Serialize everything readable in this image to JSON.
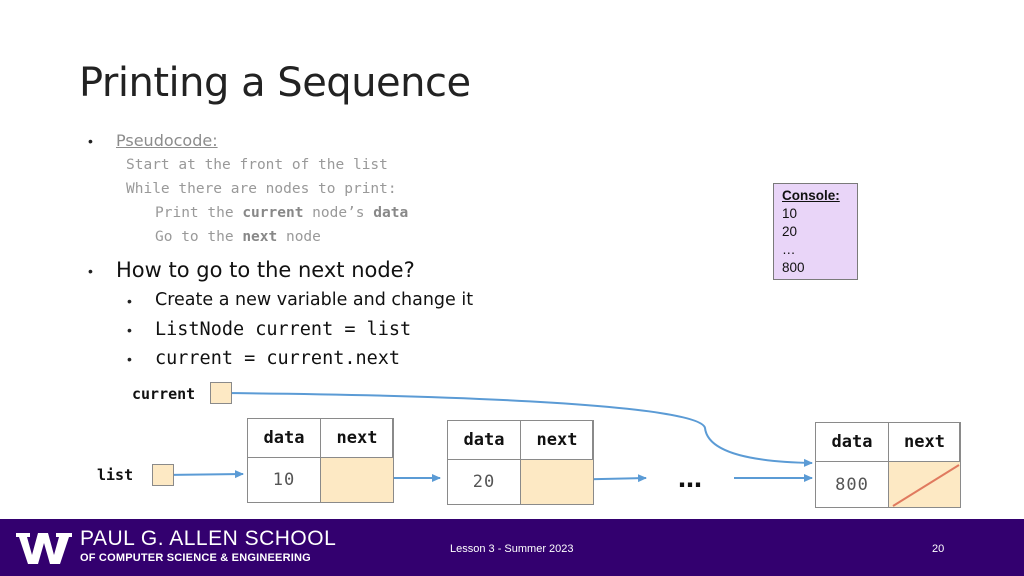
{
  "slide": {
    "title": "Printing a Sequence",
    "pseudocode": {
      "heading": "Pseudocode:",
      "line1": "Start at the front of the list",
      "line2": "While there are nodes to print:",
      "line3": {
        "pre": "Print the ",
        "b1": "current",
        "mid": " node’s ",
        "b2": "data"
      },
      "line4": {
        "pre": "Go to the ",
        "b1": "next",
        "post": " node"
      }
    },
    "question": "How to go to the next node?",
    "subbullets": [
      "Create a new variable and change it",
      "ListNode current = list",
      "current = current.next"
    ],
    "bullet_glyph": "•"
  },
  "console": {
    "header": "Console:",
    "lines": [
      "10",
      "20",
      "…",
      "800"
    ],
    "bg_color": "#e9d5f8"
  },
  "diagram": {
    "current_label": "current",
    "list_label": "list",
    "data_header": "data",
    "next_header": "next",
    "node_values": [
      "10",
      "20",
      "800"
    ],
    "ellipsis": "…",
    "arrow_color": "#5b9bd5",
    "null_slash_color": "#e07a5f",
    "field_color": "#fde9c4"
  },
  "footer": {
    "school_line1": "PAUL G. ALLEN SCHOOL",
    "school_line2": "OF COMPUTER SCIENCE & ENGINEERING",
    "lesson": "Lesson 3 - Summer 2023",
    "page": "20",
    "bg_color": "#33006f"
  }
}
